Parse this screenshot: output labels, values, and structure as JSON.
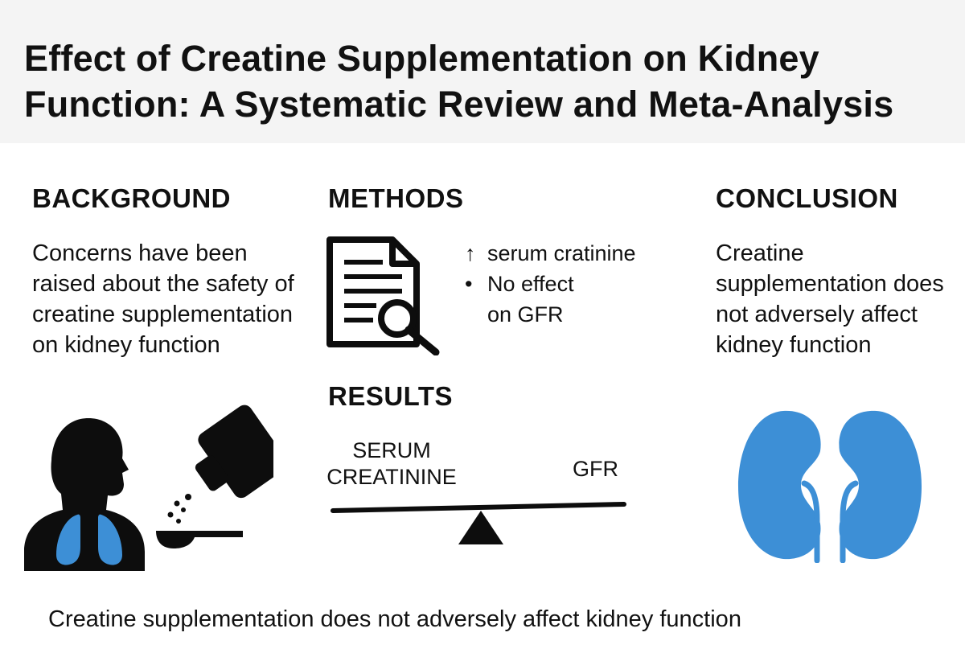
{
  "title": "Effect of Creatine Supplementation on Kidney Function: A Systematic Review and Meta-Analysis",
  "background": {
    "heading": "BACKGROUND",
    "text": "Concerns have been raised about the safety of creatine supplementation on kidney function"
  },
  "methods": {
    "heading": "METHODS",
    "bullet1_mark": "↑",
    "bullet1": "serum cratinine",
    "bullet2_mark": "•",
    "bullet2_line1": "No effect",
    "bullet2_line2": "on GFR"
  },
  "results": {
    "heading": "RESULTS",
    "left_label": "SERUM CREATININE",
    "right_label": "GFR"
  },
  "conclusion": {
    "heading": "CONCLUSION",
    "text": "Creatine supplementation does not adversely affect kidney function"
  },
  "footer": "Creatine supplementation does not adversely affect kidney function",
  "colors": {
    "header_band": "#f4f4f4",
    "ink": "#111111",
    "accent_blue": "#3d8fd6",
    "icon_black": "#0d0d0d"
  },
  "icons": [
    "document-search-icon",
    "person-lungs-icon",
    "supplement-scoop-icon",
    "balance-scale-icon",
    "kidneys-icon"
  ]
}
